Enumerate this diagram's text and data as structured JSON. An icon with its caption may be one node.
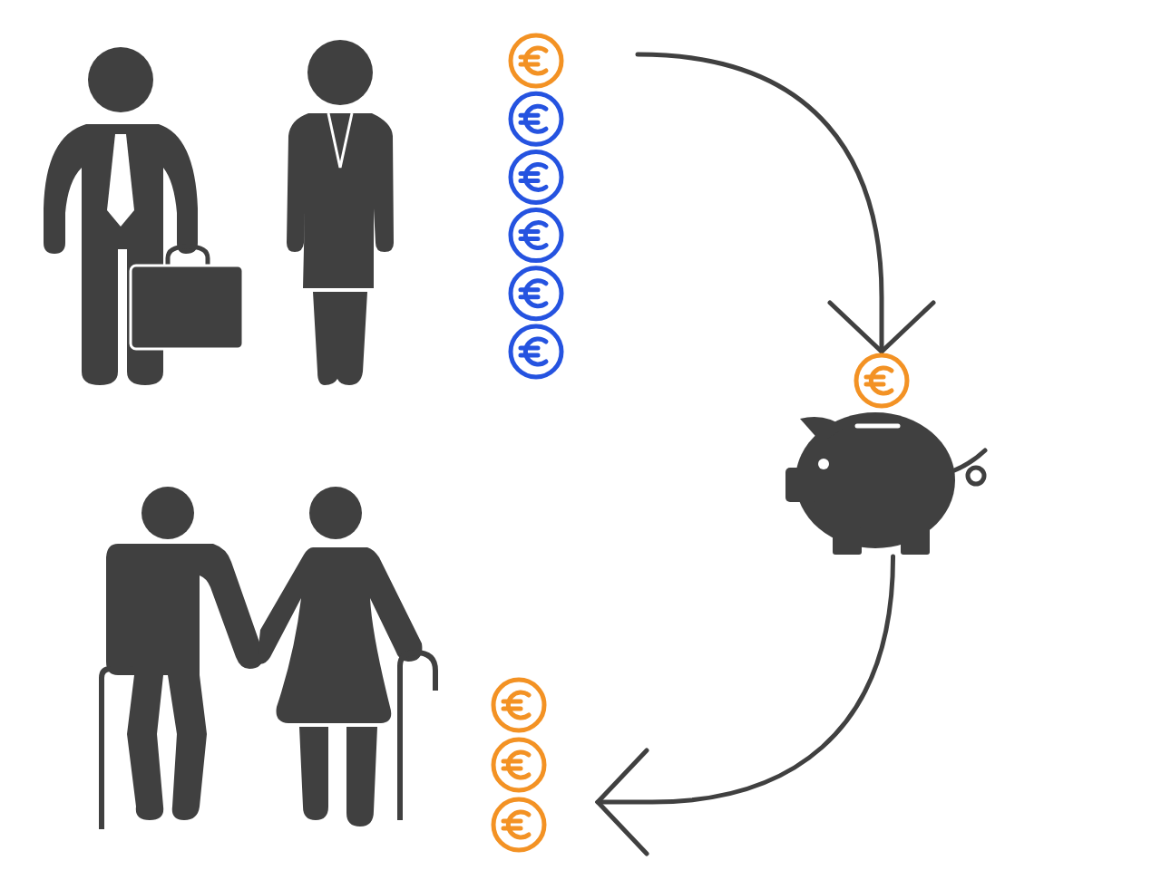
{
  "diagram": {
    "nodes": [
      {
        "text": [],
        "shape": "picture"
      },
      {
        "text": [],
        "shape": "picture"
      },
      {
        "text": [],
        "shape": "picture"
      },
      {
        "text": [],
        "shape": "picture"
      },
      {
        "text": [],
        "shape": "picture"
      },
      {
        "text": [],
        "shape": "picture"
      }
    ],
    "edges": [
      {
        "from": 1,
        "to": 2,
        "arrow": "to"
      },
      {
        "from": 3,
        "to": 5,
        "arrow": "to"
      }
    ]
  }
}
